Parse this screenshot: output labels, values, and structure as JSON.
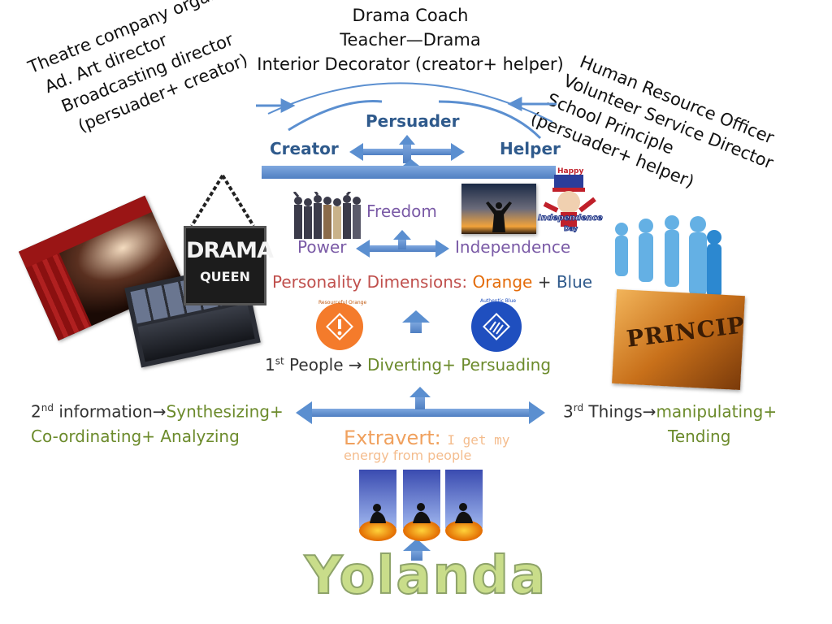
{
  "top_roles": [
    "Drama Coach",
    "Teacher—Drama",
    "Interior Decorator (creator+ helper)"
  ],
  "left_roles": [
    "Theatre company organizer",
    "Ad. Art director",
    "Broadcasting director",
    "(persuader+ creator)"
  ],
  "right_roles": [
    "Human Resource Officer",
    "Volunteer Service Director",
    "School Principle",
    "(persuader+ helper)"
  ],
  "roles_box": {
    "persuader": "Persuader",
    "creator": "Creator",
    "helper": "Helper"
  },
  "values": {
    "freedom": "Freedom",
    "power": "Power",
    "independence": "Independence"
  },
  "personality": {
    "prefix": "Personality Dimensions: ",
    "orange": "Orange",
    "plus": " + ",
    "blue": "Blue"
  },
  "badges": {
    "orange_label": "Resourceful Orange",
    "blue_label": "Authentic Blue"
  },
  "first": {
    "ordinal": "1",
    "sup": "st",
    "label": " People ",
    "arrow": "→",
    "skills": " Diverting+ Persuading"
  },
  "second": {
    "ordinal": "2",
    "sup": "nd",
    "label": " information",
    "arrow": "→",
    "skills1": "Synthesizing+",
    "skills2": "Co-ordinating+ Analyzing"
  },
  "third": {
    "ordinal": "3",
    "sup": "rd",
    "label": "  Things",
    "arrow": "→",
    "skills1": "manipulating+",
    "skills2": "Tending"
  },
  "extravert": {
    "title": "Extravert: ",
    "desc1": "I get my",
    "desc2": "energy from people"
  },
  "name": "Yolanda",
  "image_labels": {
    "drama_sign1": "DRAMA",
    "drama_sign2": "QUEEN",
    "principal": "PRINCIPAL",
    "independence1": "Happy",
    "independence2": "Independence",
    "independence3": "Day"
  },
  "colors": {
    "arrow_blue": "#5b8fd0",
    "accent_orange": "#f47b2b",
    "accent_blue": "#1f4fbf",
    "text_green": "#6c8b2c",
    "text_purple": "#7a5aa6",
    "text_red": "#c0504d"
  }
}
